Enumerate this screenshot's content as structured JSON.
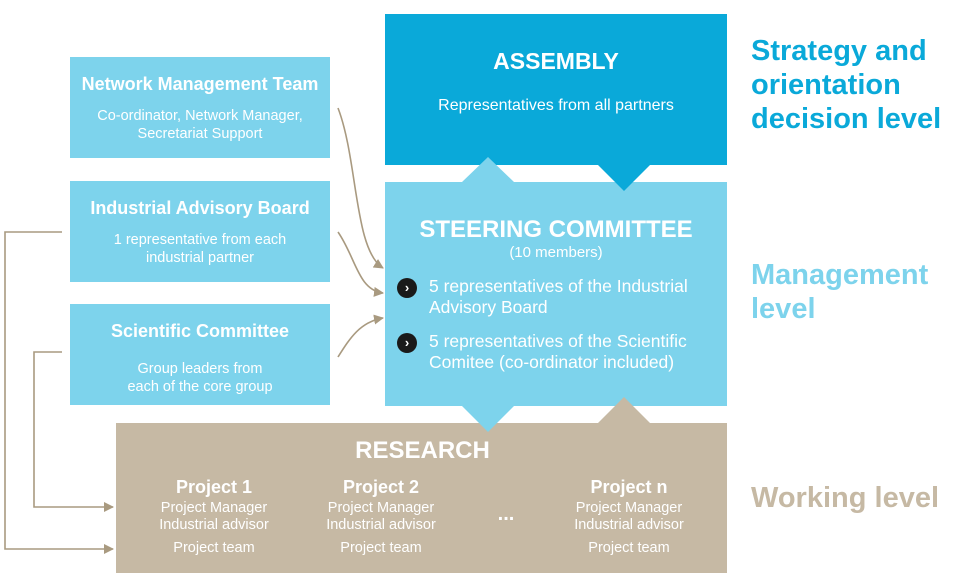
{
  "colors": {
    "dark_blue": "#0aa9d9",
    "light_blue": "#7dd3ec",
    "tan": "#c6b9a4",
    "arrow": "#a99a80",
    "bullet": "#1a1a1a"
  },
  "left_boxes": [
    {
      "title": "Network Management Team",
      "subtitle": "Co-ordinator, Network Manager,\nSecretariat Support"
    },
    {
      "title": "Industrial Advisory Board",
      "subtitle": "1 representative from each\nindustrial partner"
    },
    {
      "title": "Scientific Committee",
      "subtitle": "Group leaders from\neach of the core group"
    }
  ],
  "assembly": {
    "title": "ASSEMBLY",
    "subtitle": "Representatives from all partners"
  },
  "steering": {
    "title": "STEERING COMMITTEE",
    "subtitle": "(10 members)",
    "bullets": [
      "5 representatives of the Industrial\nAdvisory Board",
      "5 representatives of the Scientific\nComitee (co-ordinator included)"
    ]
  },
  "research": {
    "title": "RESEARCH",
    "ellipsis": "...",
    "projects": [
      {
        "title": "Project 1",
        "manager": "Project Manager",
        "advisor": "Industrial advisor",
        "team": "Project team"
      },
      {
        "title": "Project 2",
        "manager": "Project Manager",
        "advisor": "Industrial advisor",
        "team": "Project team"
      },
      {
        "title": "Project n",
        "manager": "Project Manager",
        "advisor": "Industrial advisor",
        "team": "Project team"
      }
    ]
  },
  "levels": {
    "strategy": "Strategy and\norientation\ndecision level",
    "management": "Management\nlevel",
    "working": "Working level"
  },
  "icons": {
    "bullet": "chevron-right-icon"
  }
}
